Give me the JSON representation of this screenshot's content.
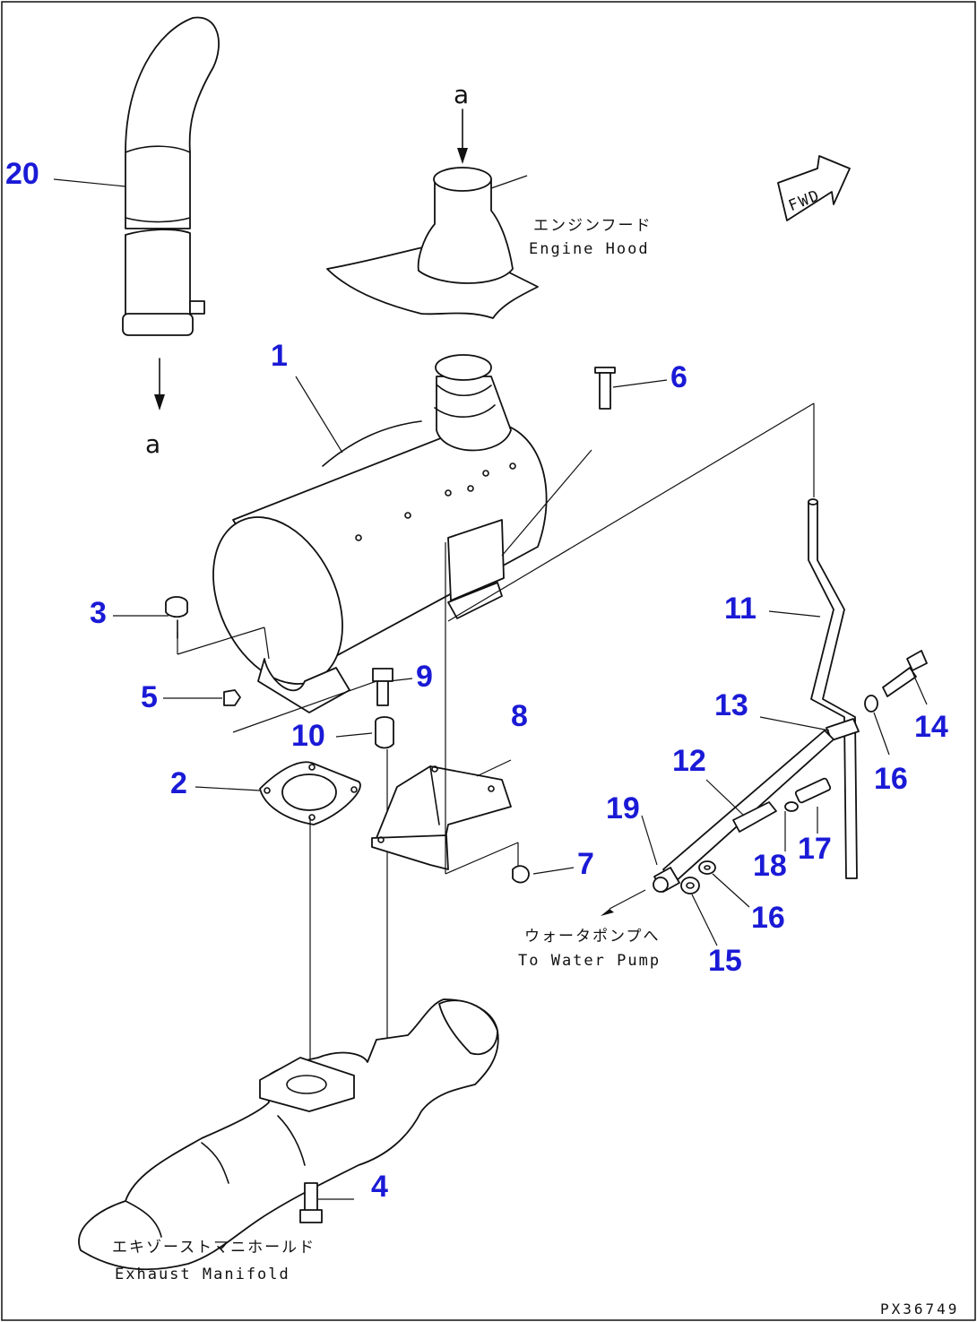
{
  "diagram": {
    "part_numbers": [
      "1",
      "2",
      "3",
      "4",
      "5",
      "6",
      "7",
      "8",
      "9",
      "10",
      "11",
      "12",
      "13",
      "14",
      "15",
      "16",
      "16",
      "17",
      "18",
      "19",
      "20"
    ],
    "reference_letter_top": "a",
    "reference_letter_bottom": "a",
    "labels": {
      "engine_hood_jp": "エンジンフード",
      "engine_hood_en": "Engine Hood",
      "water_pump_jp": "ウォータポンプへ",
      "water_pump_en": "To Water Pump",
      "exhaust_jp": "エキゾーストマニホールド",
      "exhaust_en": "Exhaust Manifold"
    },
    "fwd_symbol": "FWD",
    "drawing_code": "PX36749"
  }
}
